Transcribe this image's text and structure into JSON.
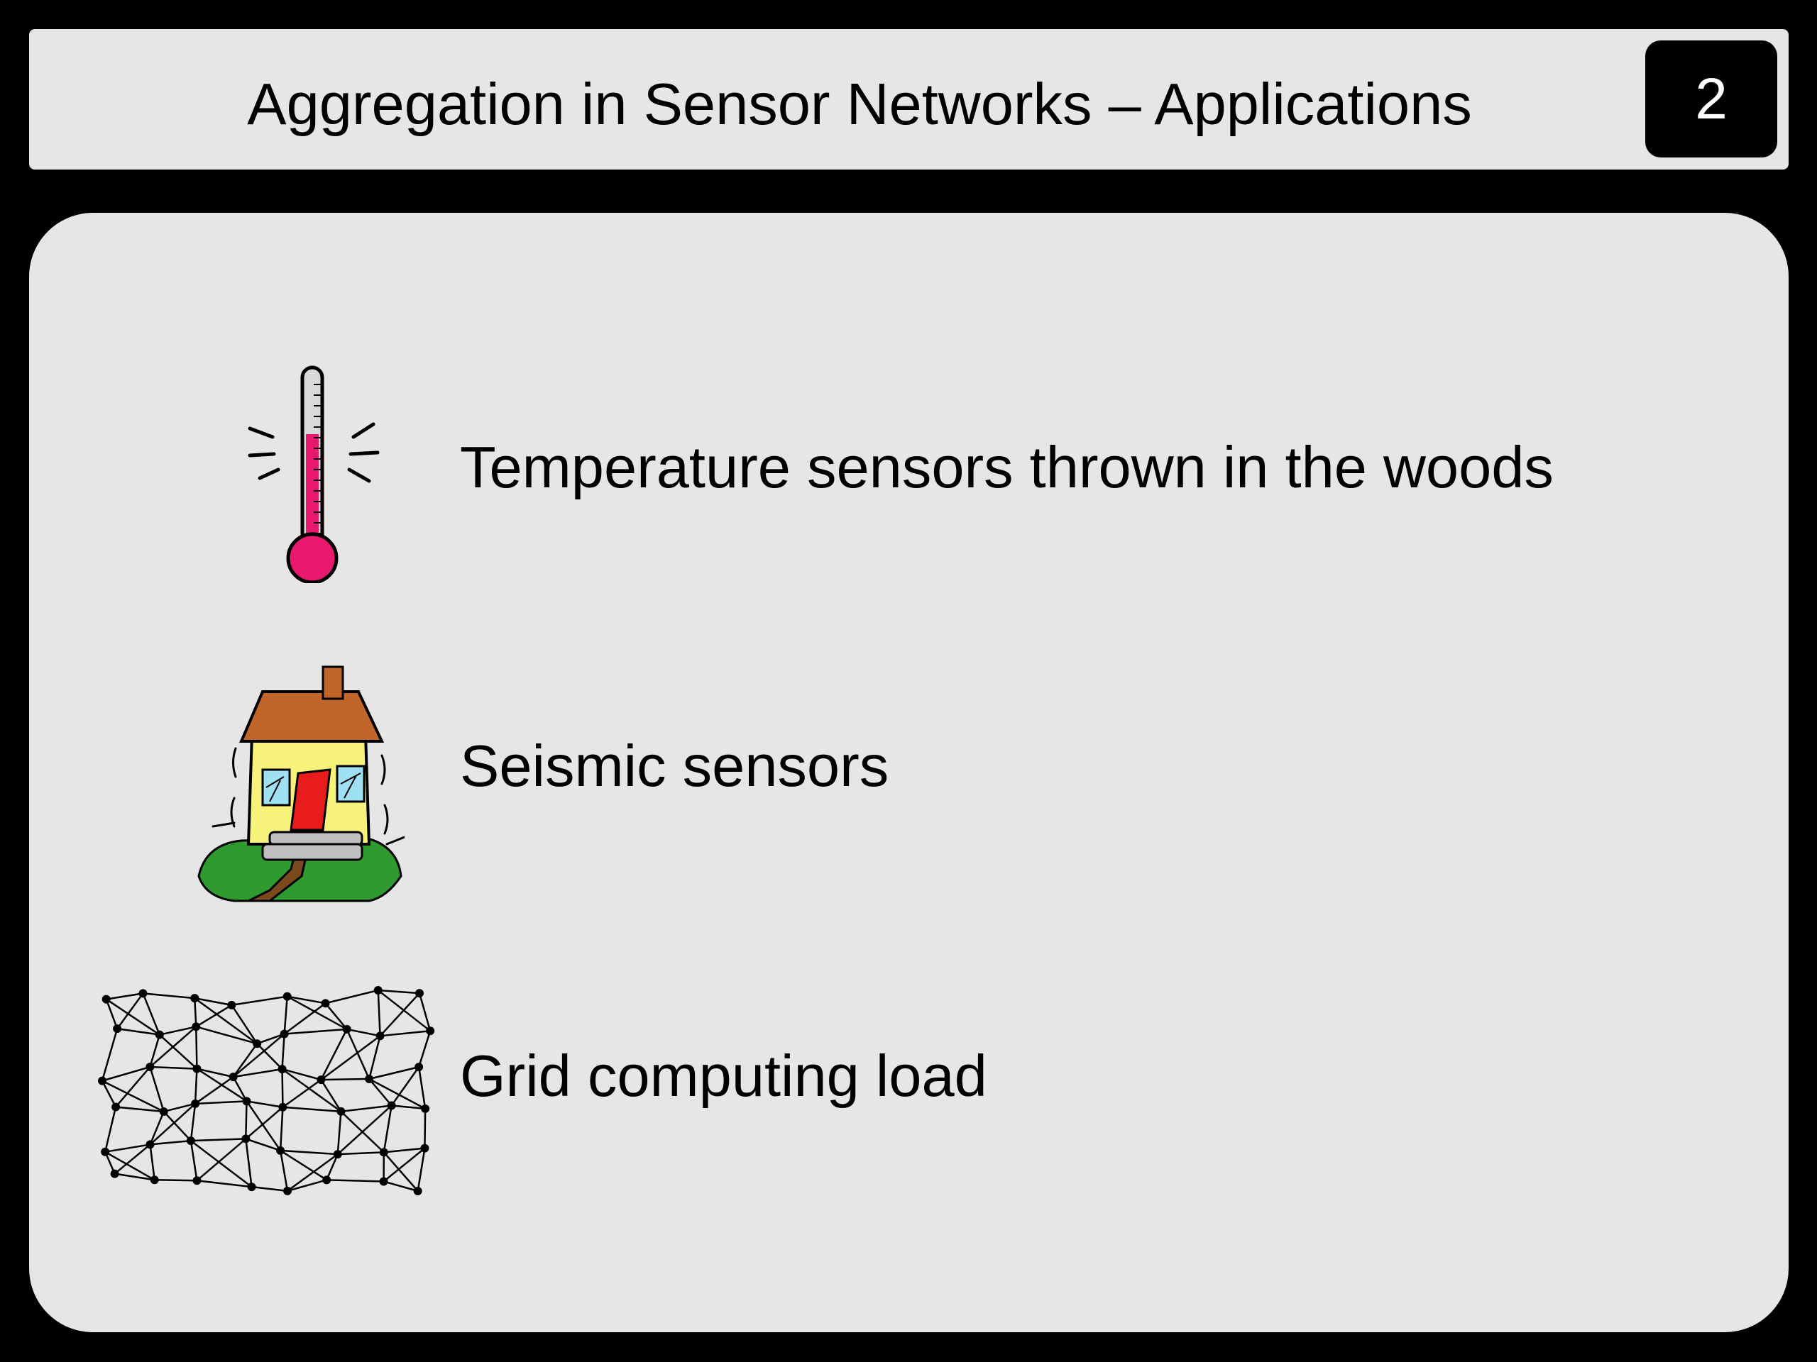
{
  "slide": {
    "title": "Aggregation in Sensor Networks – Applications",
    "page_number": "2"
  },
  "items": [
    {
      "icon": "thermometer-icon",
      "label": "Temperature sensors thrown in the woods"
    },
    {
      "icon": "shaking-house-icon",
      "label": "Seismic sensors"
    },
    {
      "icon": "grid-network-icon",
      "label": "Grid computing load"
    }
  ],
  "colors": {
    "background": "#000000",
    "panel": "#e6e6e6",
    "thermometer_fill": "#e8196e",
    "house_wall": "#f7f27a",
    "house_roof": "#c2652a",
    "house_door": "#e81c1c",
    "grass": "#2f9a2f"
  }
}
